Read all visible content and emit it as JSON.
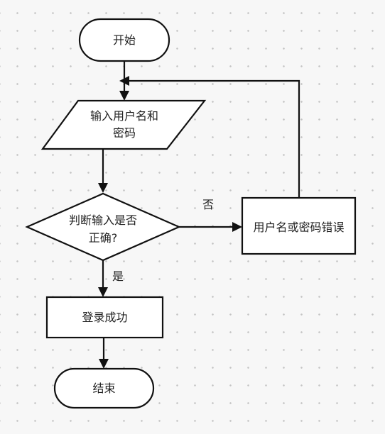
{
  "nodes": {
    "start": {
      "label": "开始"
    },
    "input": {
      "label_line1": "输入用户名和",
      "label_line2": "密码"
    },
    "decision": {
      "label_line1": "判断输入是否",
      "label_line2": "正确?"
    },
    "error": {
      "label": "用户名或密码错误"
    },
    "success": {
      "label": "登录成功"
    },
    "end": {
      "label": "结束"
    }
  },
  "edges": {
    "no_label": "否",
    "yes_label": "是"
  }
}
